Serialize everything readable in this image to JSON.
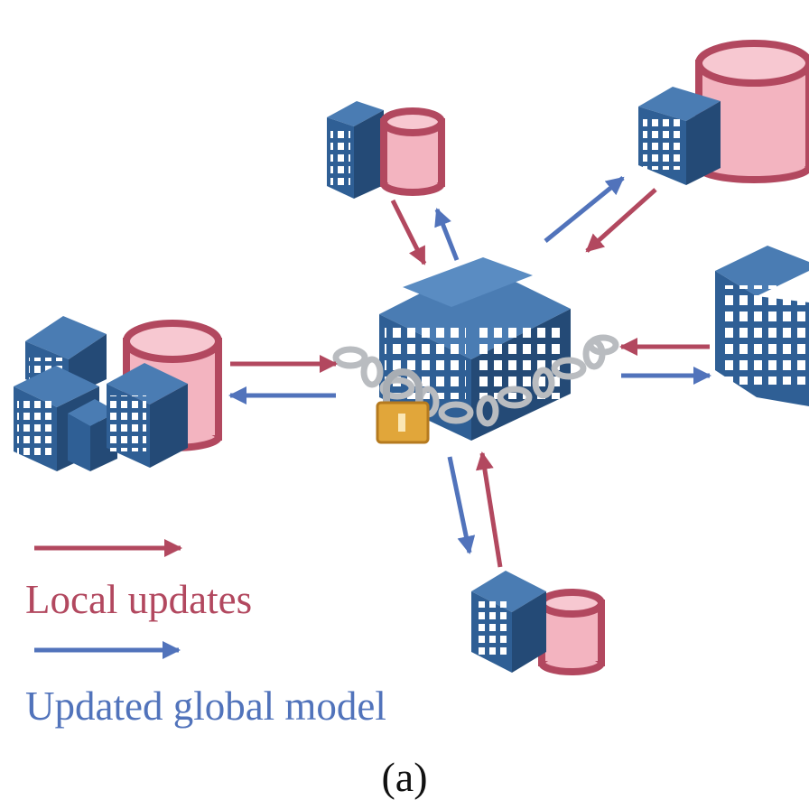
{
  "legend": {
    "local_updates": "Local updates",
    "updated_global_model": "Updated global model"
  },
  "caption": "(a)",
  "colors": {
    "local_arrow": "#b2485f",
    "global_arrow": "#5173bb",
    "building_front": "#2f5f95",
    "building_side": "#244a76",
    "building_top": "#4a7cb3",
    "database_fill": "#f3b4c0",
    "database_stroke": "#b2485f",
    "chain": "#b9bcc0",
    "lock": "#e1a63a"
  },
  "nodes": [
    "left-client",
    "top-client",
    "top-right-client",
    "right-client",
    "bottom-client",
    "central-server"
  ]
}
